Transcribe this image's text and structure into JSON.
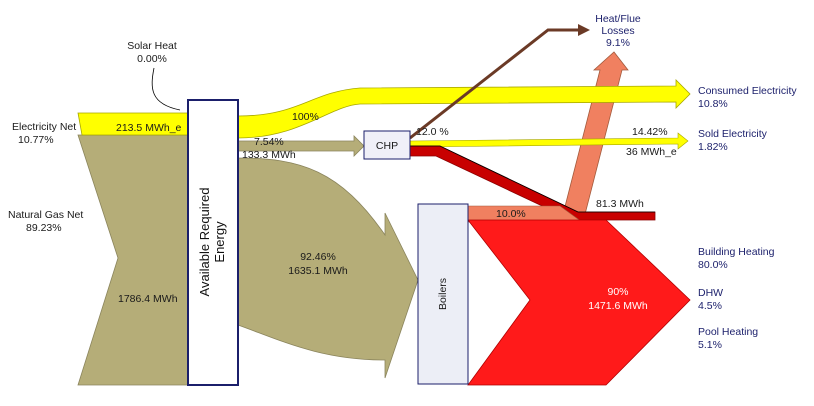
{
  "colors": {
    "gas": "#b5ad78",
    "electricity": "#ffff00",
    "heat": "#ff1a1a",
    "dark_red": "#c80000",
    "losses": "#f08060",
    "chp_flue": "#6b3a26",
    "label_navy": "#1b1f6b"
  },
  "inputs": {
    "solar": {
      "name": "Solar Heat",
      "pct": "0.00%"
    },
    "electricity": {
      "name": "Electricity Net",
      "pct": "10.77%",
      "value": "213.5 MWh_e"
    },
    "gas": {
      "name": "Natural Gas Net",
      "pct": "89.23%",
      "value": "1786.4 MWh"
    }
  },
  "central": {
    "label_line1": "Available Required",
    "label_line2": "Energy"
  },
  "electricity_flow": {
    "pct": "100%"
  },
  "chp_feed": {
    "pct": "7.54%",
    "value": "133.3 MWh"
  },
  "chp": {
    "label": "CHP",
    "flue_pct": "12.0 %",
    "heat_pct": "10.0%",
    "heat_value": "81.3 MWh"
  },
  "boiler_feed": {
    "pct": "92.46%",
    "value": "1635.1 MWh"
  },
  "boilers": {
    "label": "Boilers",
    "pct": "90%",
    "value": "1471.6 MWh"
  },
  "outputs": {
    "losses": {
      "name_line1": "Heat/Flue",
      "name_line2": "Losses",
      "pct": "9.1%"
    },
    "consumed_electricity": {
      "name": "Consumed Electricity",
      "pct": "10.8%"
    },
    "sold_electricity": {
      "name": "Sold Electricity",
      "pct": "1.82%",
      "chp_pct": "14.42%",
      "value": "36 MWh_e"
    },
    "building_heating": {
      "name": "Building Heating",
      "pct": "80.0%"
    },
    "dhw": {
      "name": "DHW",
      "pct": "4.5%"
    },
    "pool_heating": {
      "name": "Pool Heating",
      "pct": "5.1%"
    }
  }
}
